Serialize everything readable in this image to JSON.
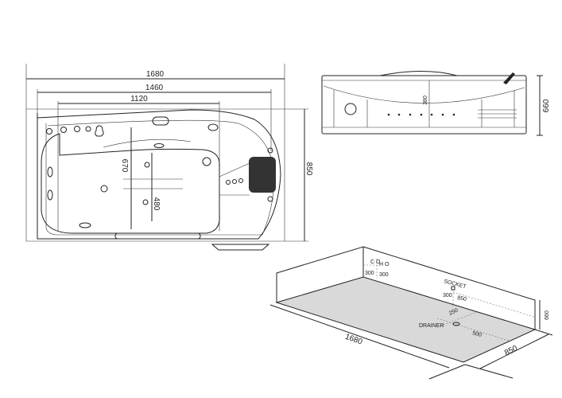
{
  "top_view": {
    "overall_length": "1680",
    "deck_length": "1460",
    "basin_length": "1120",
    "overall_width": "850",
    "basin_width_outer": "670",
    "basin_width_inner": "480"
  },
  "side_view": {
    "height": "660",
    "skirt_height": "380"
  },
  "install_view": {
    "length": "1680",
    "width": "850",
    "height": "660",
    "cold_label": "C\nO",
    "hot_label": "H\nO",
    "cold_offset": "300",
    "hot_offset": "300",
    "socket_label": "SOCKET",
    "socket_height": "300",
    "socket_offset": "850",
    "drainer_label": "DRAINER",
    "drainer_offset_a": "250",
    "drainer_offset_b": "500"
  },
  "colors": {
    "line": "#222222",
    "floor": "#d9d9d9",
    "headrest": "#333333"
  }
}
